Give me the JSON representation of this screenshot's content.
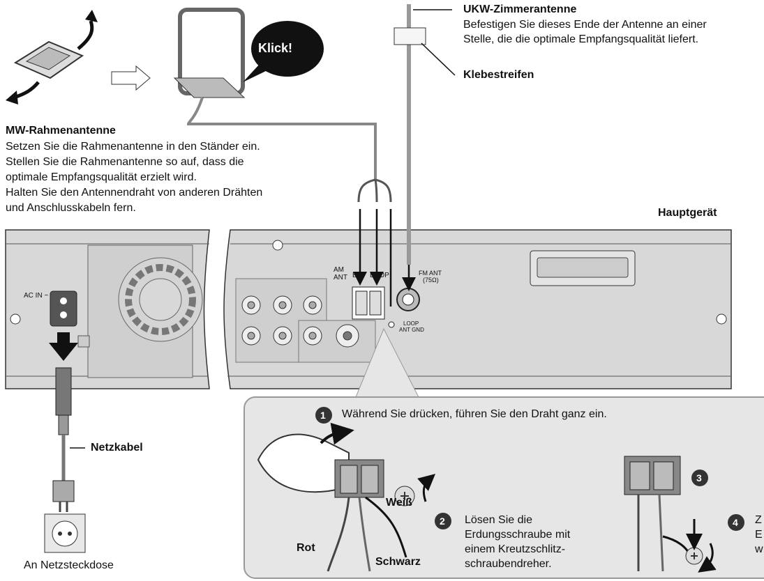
{
  "klick": "Klick!",
  "fm_antenna": {
    "title": "UKW-Zimmerantenne",
    "line1": "Befestigen Sie dieses Ende der Antenne an einer",
    "line2": "Stelle, die die optimale Empfangsqualität liefert.",
    "tape": "Klebestreifen"
  },
  "am_antenna": {
    "title": "MW-Rahmenantenne",
    "lines": [
      "Setzen Sie die Rahmenantenne in den Ständer ein.",
      "Stellen Sie die Rahmenantenne so auf, dass die",
      "optimale Empfangsqualität erzielt wird.",
      "Halten Sie den Antennendraht von anderen Drähten",
      "und Anschlusskabeln fern."
    ]
  },
  "main_unit": "Hauptgerät",
  "panel": {
    "ac_in": "AC IN ~",
    "am_ant": [
      "AM",
      "ANT"
    ],
    "ext": "EXT",
    "loop": "LOOP",
    "fm_ant": [
      "FM ANT",
      "(75Ω)"
    ],
    "loop_gnd": [
      "LOOP",
      "ANT GND"
    ]
  },
  "power": {
    "cable": "Netzkabel",
    "outlet": "An Netzsteckdose"
  },
  "steps": {
    "step1_num": "1",
    "step1": "Während Sie drücken, führen Sie den Draht ganz ein.",
    "white": "Weiß",
    "red": "Rot",
    "black": "Schwarz",
    "step2_num": "2",
    "step2": [
      "Lösen Sie die",
      "Erdungsschraube mit",
      "einem Kreutzschlitz-",
      "schraubendreher."
    ],
    "step3_num": "3",
    "step4_num": "4",
    "step4": [
      "Z",
      "E",
      "w"
    ]
  }
}
